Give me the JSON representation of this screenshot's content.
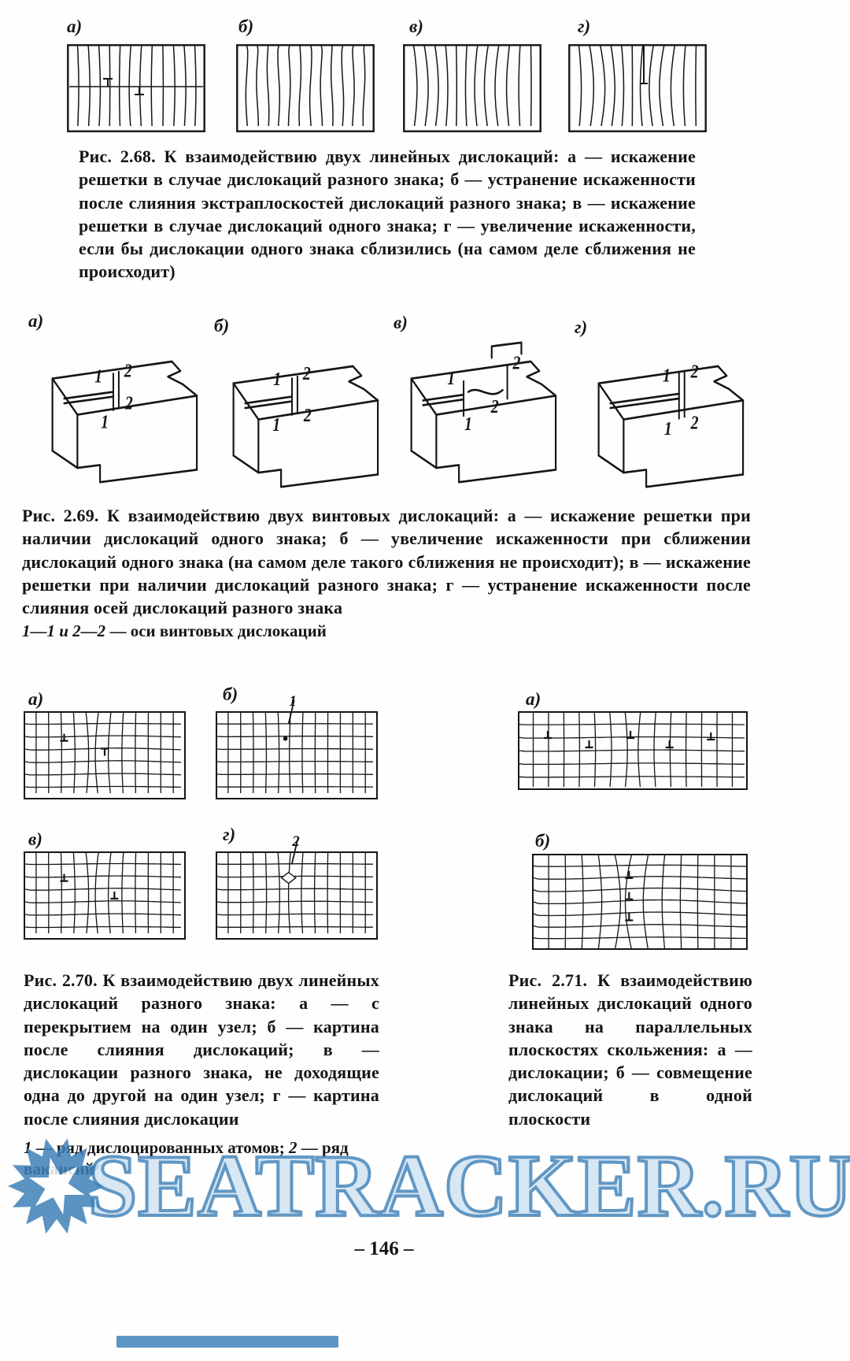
{
  "page": {
    "number": "– 146 –"
  },
  "watermark": {
    "text": "SEATRACKER.RU"
  },
  "fig268": {
    "labels": {
      "a": "а)",
      "b": "б)",
      "v": "в)",
      "g": "г)"
    },
    "caption": "Рис. 2.68. К взаимодействию двух линейных дислокаций: а — искажение решетки в случае дислокаций разного знака; б — устранение искаженности после слияния экстраплоскостей дислокаций разного знака; в — искажение решетки в случае дислокаций одного знака; г — увеличение искаженности, если бы дислокации одного знака сблизились (на самом деле сближения не происходит)"
  },
  "fig269": {
    "labels": {
      "a": "а)",
      "b": "б)",
      "v": "в)",
      "g": "г)"
    },
    "marks": {
      "one": "1",
      "two": "2"
    },
    "caption": "Рис. 2.69. К взаимодействию двух винтовых дислокаций: а — искажение решетки при наличии дислокаций одного знака; б — увеличение искаженности при сближении дислокаций одного знака (на самом деле такого сближения не происходит); в — искажение решетки при наличии дислокаций разного знака; г — устранение искаженности после слияния осей дислокаций разного знака",
    "note_lead": "1—1 и 2—2",
    "note_rest": " — оси винтовых дислокаций"
  },
  "fig270": {
    "labels": {
      "a": "а)",
      "b": "б)",
      "v": "в)",
      "g": "г)"
    },
    "pointer1": "1",
    "pointer2": "2",
    "caption": "Рис. 2.70. К взаимодействию двух линейных дислокаций разного знака: а — с перекрытием на один узел; б — картина после слияния дислокаций; в — дислокации разного знака, не доходящие одна до другой на один узел; г — картина после слияния дислокации",
    "note_1": "1",
    "note_1_text": " — ряд дислоцированных атомов; ",
    "note_2": "2",
    "note_2_text": " — ряд вакансий"
  },
  "fig271": {
    "labels": {
      "a": "а)",
      "b": "б)"
    },
    "caption": "Рис. 2.71. К взаимодействию линейных дислокаций одного знака на параллельных плоскостях скольжения: а — дислокации; б — совмещение дислокаций в одной плоскости"
  }
}
